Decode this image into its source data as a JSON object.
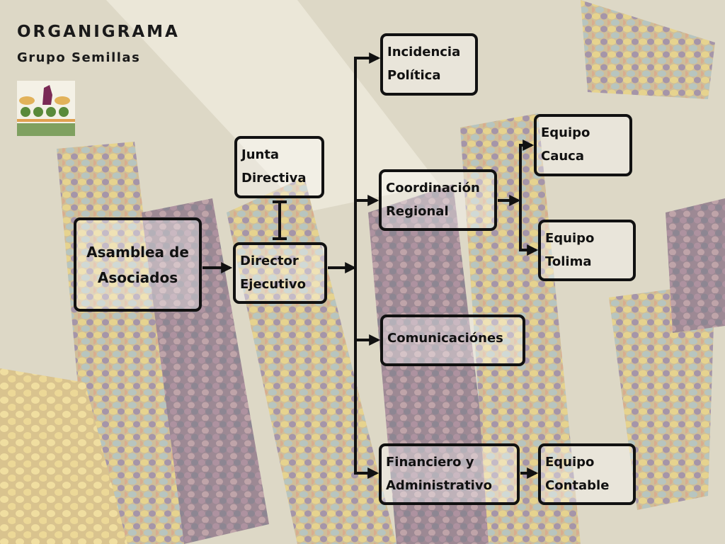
{
  "header": {
    "title": "ORGANIGRAMA",
    "subtitle": "Grupo Semillas"
  },
  "logo": {
    "name": "Grupo Semillas logo"
  },
  "nodes": {
    "asamblea": "Asamblea de Asociados",
    "junta": "Junta Directiva",
    "director": "Director Ejecutivo",
    "incidencia": "Incidencia Política",
    "coordinacion": "Coordinación Regional",
    "comunicaciones": "Comunicaciónes",
    "financiero": "Financiero y Administrativo",
    "cauca": "Equipo Cauca",
    "tolima": "Equipo Tolima",
    "contable": "Equipo Contable"
  },
  "colors": {
    "line": "#111111",
    "text": "#111111"
  }
}
